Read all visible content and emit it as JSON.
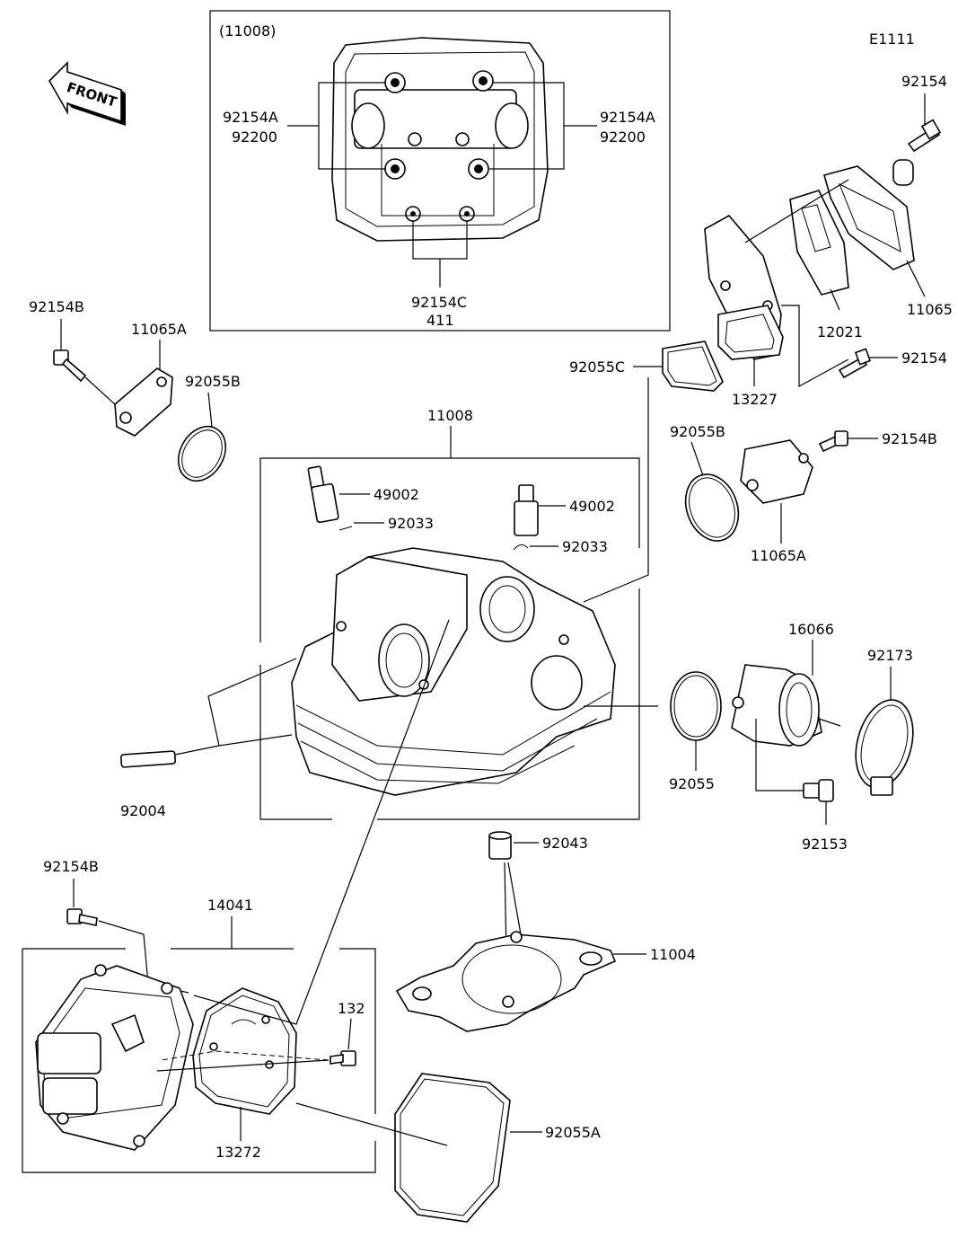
{
  "diagram_code": "E1111",
  "front_label": "FRONT",
  "inset": {
    "title": "(11008)",
    "left_label_1": "92154A",
    "left_label_2": "92200",
    "right_label_1": "92154A",
    "right_label_2": "92200",
    "bottom_label_1": "92154C",
    "bottom_label_2": "411"
  },
  "labels": {
    "p92154_top": "92154",
    "p11065": "11065",
    "p12021": "12021",
    "p92154_mid": "92154",
    "p92055C": "92055C",
    "p13227": "13227",
    "p92055B_right": "92055B",
    "p92154B_right": "92154B",
    "p11065A_right": "11065A",
    "p92154B_left": "92154B",
    "p11065A_left": "11065A",
    "p92055B_left": "92055B",
    "p11008": "11008",
    "p49002_a": "49002",
    "p92033_a": "92033",
    "p49002_b": "49002",
    "p92033_b": "92033",
    "p16066": "16066",
    "p92173": "92173",
    "p92055": "92055",
    "p92153": "92153",
    "p92004": "92004",
    "p92043": "92043",
    "p11004": "11004",
    "p92154B_bottom": "92154B",
    "p14041": "14041",
    "p132": "132",
    "p13272": "13272",
    "p92055A": "92055A"
  }
}
